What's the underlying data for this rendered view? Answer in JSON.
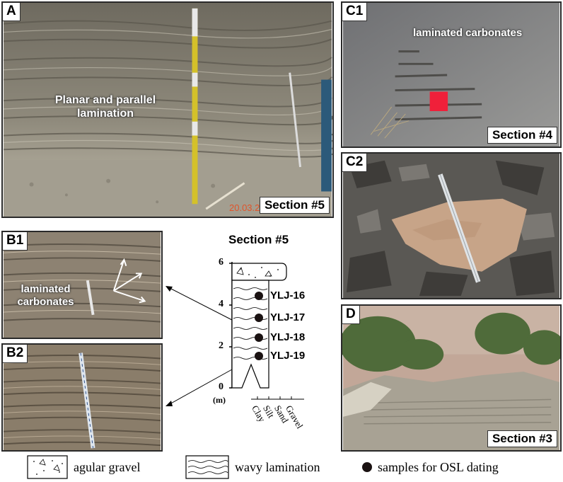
{
  "panels": {
    "A": {
      "label": "A",
      "overlay": "Planar and parallel lamination",
      "date_stamp": "20.03.2",
      "section": "Section #5"
    },
    "B1": {
      "label": "B1",
      "overlay": "laminated carbonates"
    },
    "B2": {
      "label": "B2"
    },
    "C1": {
      "label": "C1",
      "overlay": "laminated carbonates",
      "section": "Section #4"
    },
    "C2": {
      "label": "C2"
    },
    "D": {
      "label": "D",
      "section": "Section #3"
    }
  },
  "column": {
    "title": "Section #5",
    "unit": "(m)",
    "y_ticks": [
      "6",
      "4",
      "2",
      "0"
    ],
    "grain_sizes": [
      "Clay",
      "Silt",
      "Sand",
      "Gravel"
    ],
    "samples": [
      "YLJ-16",
      "YLJ-17",
      "YLJ-18",
      "YLJ-19"
    ]
  },
  "legend": {
    "gravel": "agular gravel",
    "wavy": "wavy lamination",
    "osl": "samples for OSL dating"
  },
  "colors": {
    "outcrop_gray": "#8a8578",
    "sky_gray": "#b9b6ad",
    "field_tape_yellow": "#d4c12a",
    "red_card": "#f0203a",
    "vegetation": "#4f6b3a"
  }
}
